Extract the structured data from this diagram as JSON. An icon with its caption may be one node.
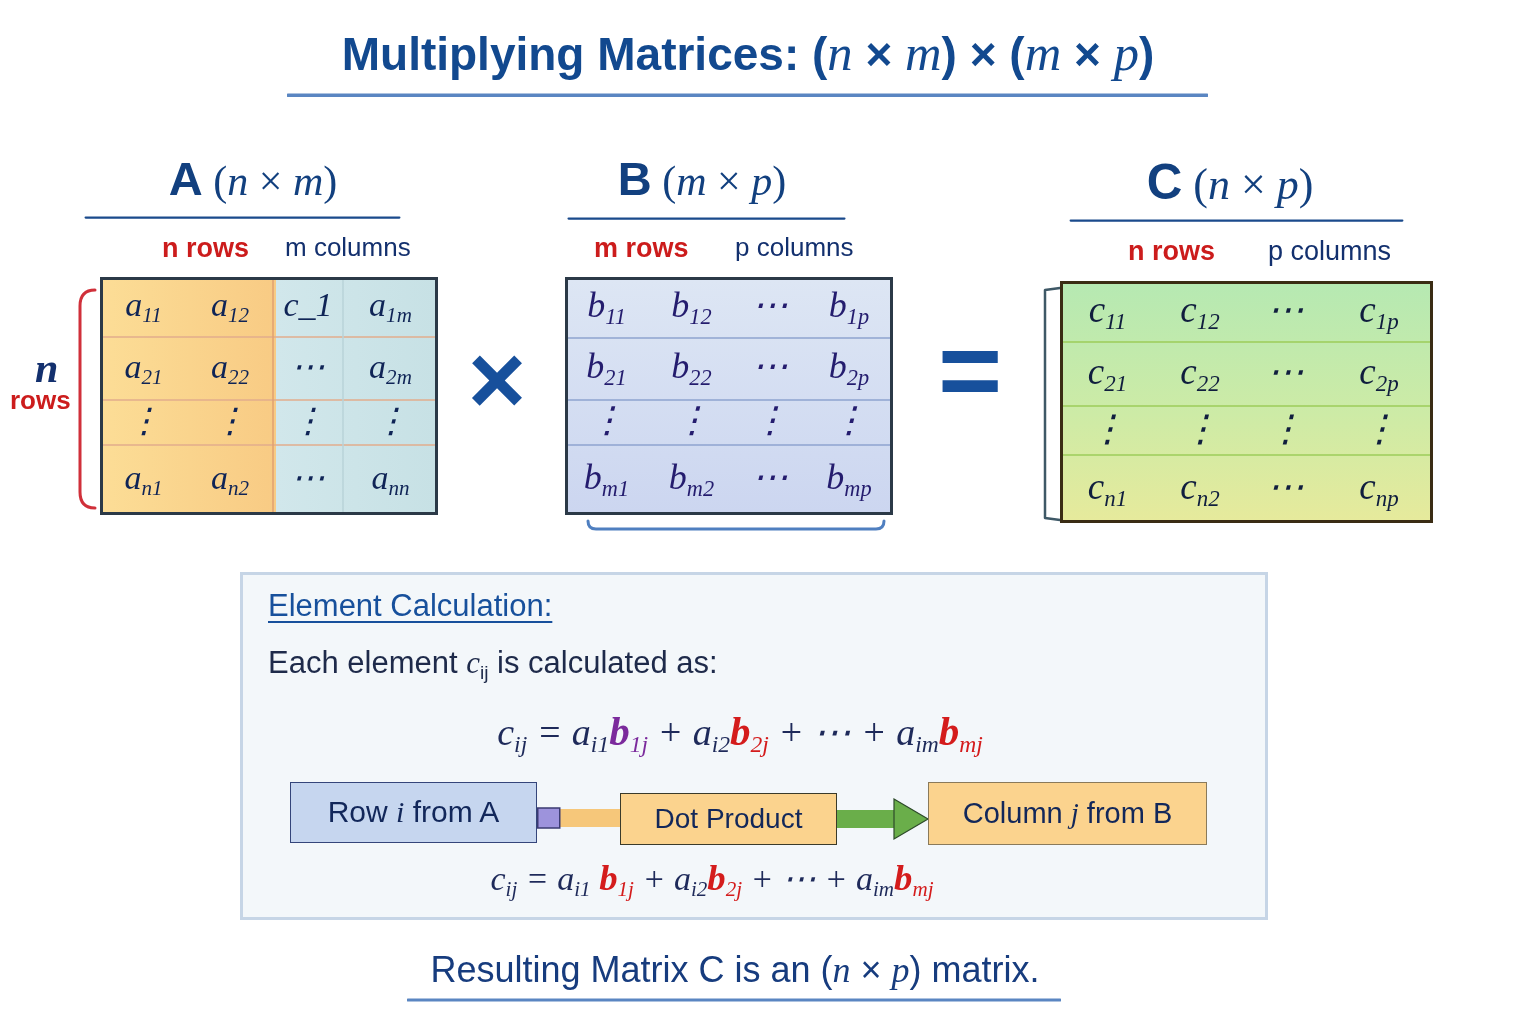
{
  "diagram": {
    "title": "Multiplying Matrices: (*n* × *m*) × (*m* × *p*)",
    "caption": "Resulting Matrix C is an (*n* × *p*) matrix.",
    "nodes": [
      {
        "text": [
          "**A** (*n* × *m*)",
          "a$_{11}$",
          "a$_{12}$",
          "c_1",
          "a$_{1m}$",
          "a$_{21}$",
          "a$_{22}$",
          "⋯",
          "a$_{2m}$",
          "⋮",
          "⋮",
          "⋮",
          "⋮",
          "a$_{n1}$",
          "a$_{n2}$",
          "⋯",
          "a$_{nn}$"
        ],
        "beside": [
          "n rows",
          "m columns",
          "n",
          "rows"
        ]
      },
      {
        "text": [
          "**B** (*m* × *p*)",
          "b$_{11}$",
          "b$_{12}$",
          "⋯",
          "b$_{1p}$",
          "b$_{21}$",
          "b$_{22}$",
          "⋯",
          "b$_{2p}$",
          "⋮",
          "⋮",
          "⋮",
          "⋮",
          "b$_{m1}$",
          "b$_{m2}$",
          "⋯",
          "b$_{mp}$"
        ],
        "beside": [
          "m rows",
          "p columns"
        ]
      },
      {
        "text": [
          "**C** (*n* × *p*)",
          "c$_{11}$",
          "c$_{12}$",
          "⋯",
          "c$_{1p}$",
          "c$_{21}$",
          "c$_{22}$",
          "⋯",
          "c$_{2p}$",
          "⋮",
          "⋮",
          "⋮",
          "⋮",
          "c$_{n1}$",
          "c$_{n2}$",
          "⋯",
          "c$_{np}$"
        ],
        "beside": [
          "n rows",
          "p columns"
        ]
      },
      {
        "text": [
          "Element Calculation:",
          "Each element *c*$_{ij}$ is calculated as:",
          "c$_{ij}$ = a$_{i1}$**b**$_{1j}$ + a$_{i2}$**b**$_{2j}$ + ⋯ + a$_{im}$**b**$_{mj}$",
          "c$_{ij}$ = a$_{i1}$ **b**$_{1j}$ + a$_{i2}$**b**$_{2j}$ + ⋯ + a$_{im}$**b**$_{mj}$"
        ]
      },
      {
        "text": [
          "Row *i* from A"
        ],
        "in": 3
      },
      {
        "text": [
          "Dot Product"
        ],
        "in": 3
      },
      {
        "text": [
          "Column *j* from B"
        ],
        "in": 3
      }
    ],
    "edges": [
      {
        "from": 4,
        "to": 5,
        "arrow": "other",
        "color": "#f6c77a"
      },
      {
        "from": 5,
        "to": 6,
        "arrow": "to",
        "color": "#6aae4a"
      }
    ],
    "labels": [
      "×",
      "="
    ]
  }
}
